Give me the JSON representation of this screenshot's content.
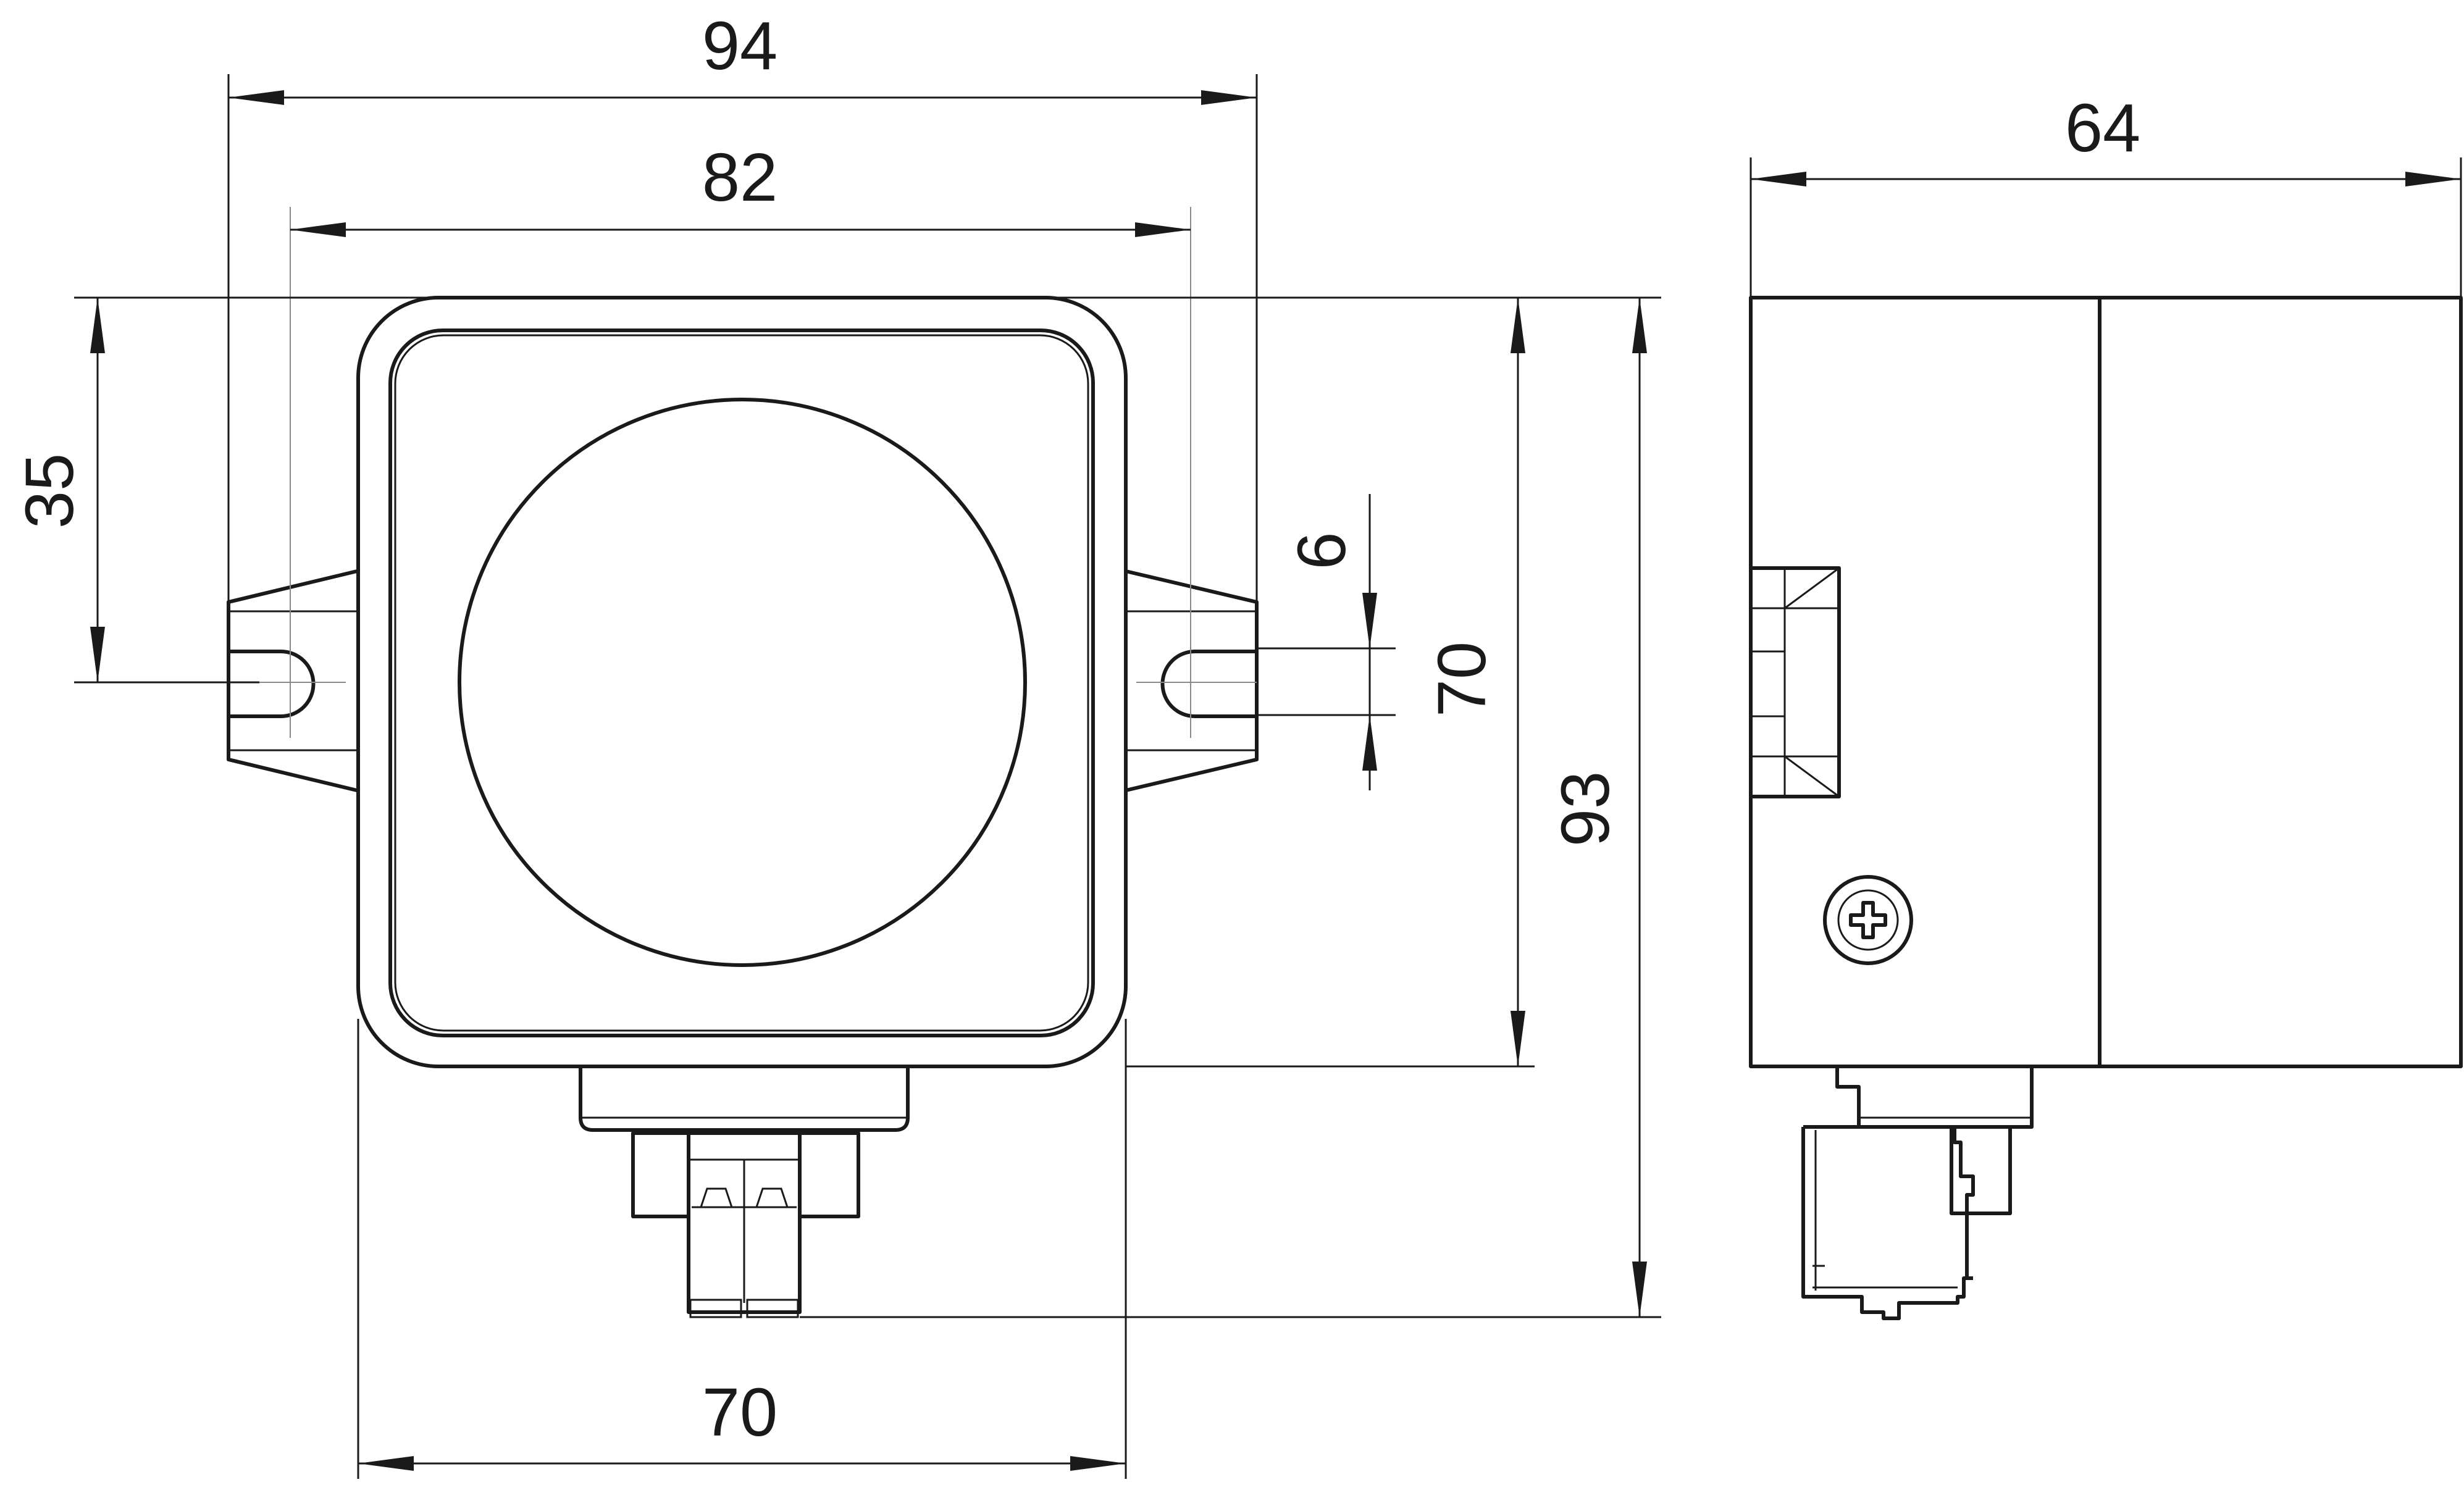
{
  "colors": {
    "line": "#1a1a1a",
    "centerline": "#8a8a8a",
    "background": "#ffffff"
  },
  "dimensions": {
    "outer_width": "94",
    "hole_spacing": "82",
    "body_width": "70",
    "side_depth": "64",
    "hole_height": "35",
    "slot_width": "6",
    "body_height": "70",
    "total_height": "93"
  }
}
